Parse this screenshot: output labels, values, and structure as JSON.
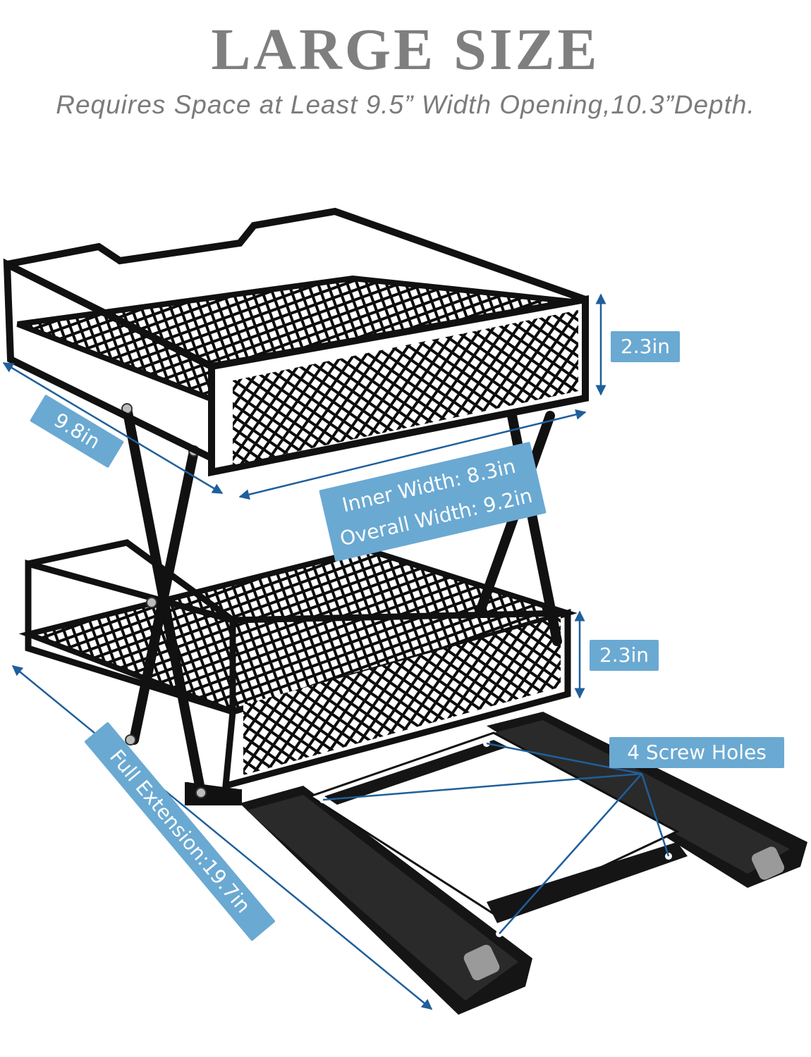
{
  "header": {
    "title": "LARGE SIZE",
    "subtitle": "Requires Space at Least 9.5” Width Opening,10.3”Depth."
  },
  "dimensions": {
    "top_height": "2.3in",
    "bottom_height": "2.3in",
    "depth": "9.8in",
    "inner_width": "Inner Width: 8.3in",
    "overall_width": "Overall Width: 9.2in",
    "screw_holes": "4 Screw Holes",
    "full_extension": "Full Extension:19.7in"
  },
  "colors": {
    "title": "#7f7f7f",
    "label_bg": "#6aa9d2",
    "dimension_line": "#1f5f9c",
    "rack": "#111111"
  }
}
